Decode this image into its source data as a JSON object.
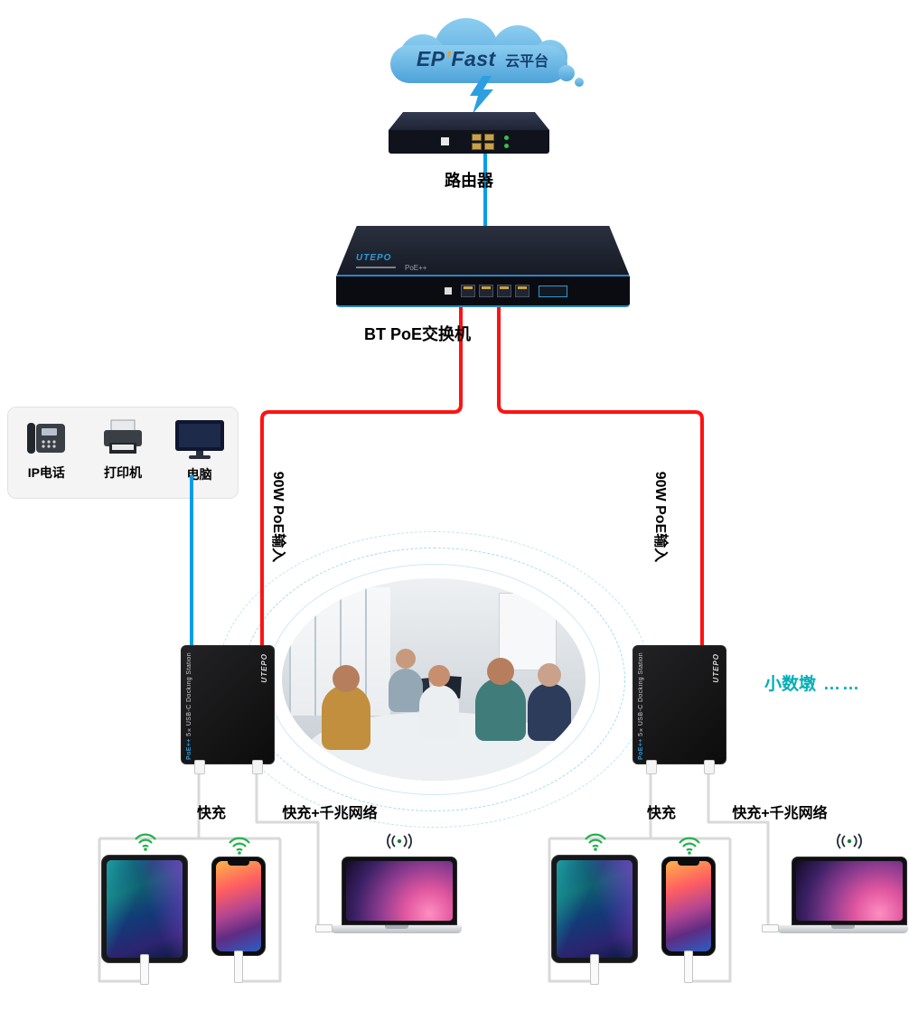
{
  "cloud": {
    "brand_ep": "EP",
    "apostrophe": "’",
    "brand_fast": "Fast",
    "platform": "云平台"
  },
  "router": {
    "label": "路由器"
  },
  "switch": {
    "brand": "UTEPO",
    "poe_badge": "PoE++",
    "label": "BT PoE交换机"
  },
  "poe_inputs": {
    "left": "90W PoE输入",
    "right": "90W PoE输入"
  },
  "peripherals": [
    {
      "label": "IP电话",
      "icon": "ip-phone-icon"
    },
    {
      "label": "打印机",
      "icon": "printer-icon"
    },
    {
      "label": "电脑",
      "icon": "monitor-icon"
    }
  ],
  "docks": {
    "left": {
      "brand": "UTEPO",
      "side_blue": "PoE++",
      "side_white": "5×USB-C Docking Station"
    },
    "right": {
      "brand": "UTEPO",
      "side_blue": "PoE++",
      "side_white": "5×USB-C Docking Station"
    }
  },
  "annotation": {
    "text": "小数墩",
    "dots": "……"
  },
  "charging": {
    "fast": "快充",
    "fast_network": "快充+千兆网络"
  },
  "colors": {
    "cable_blue": "#00A0E9",
    "cable_red": "#FF1212",
    "wifi_green": "#21B14C",
    "annotation_teal": "#00AEB5",
    "brand_blue": "#2E9BD6"
  }
}
